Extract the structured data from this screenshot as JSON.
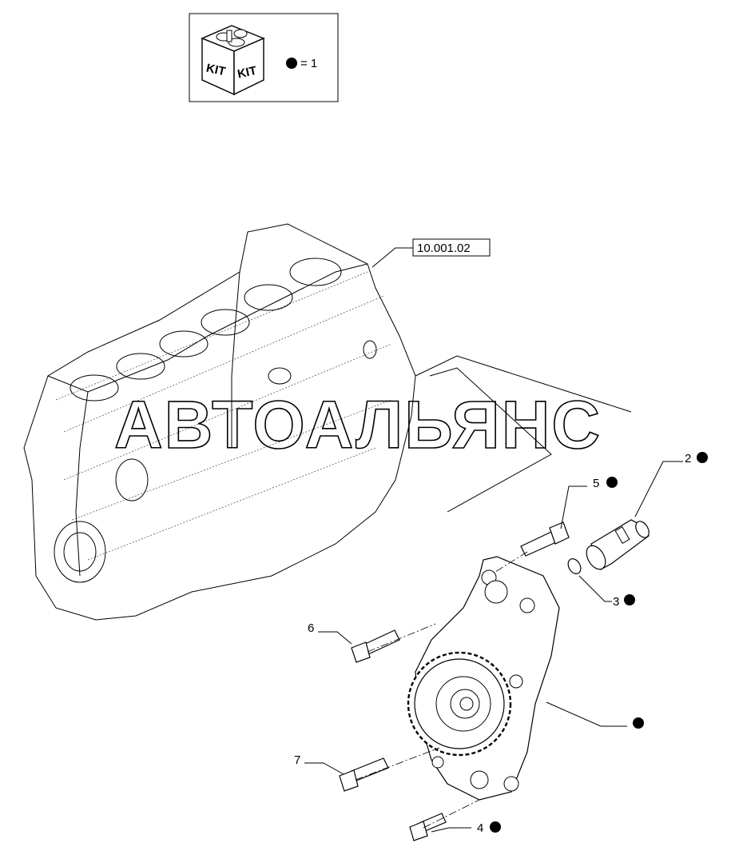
{
  "kit_legend": {
    "box_label_left": "KIT",
    "box_label_right": "KIT",
    "equals_text": "= 1"
  },
  "reference": {
    "code": "10.001.02"
  },
  "watermark": {
    "text": "АВТОАЛЬЯНС"
  },
  "callouts": [
    {
      "number": "2",
      "kit_marked": true
    },
    {
      "number": "5",
      "kit_marked": true
    },
    {
      "number": "3",
      "kit_marked": true
    },
    {
      "number": "6",
      "kit_marked": false
    },
    {
      "number": "7",
      "kit_marked": false
    },
    {
      "number": "4",
      "kit_marked": true
    },
    {
      "number": "",
      "kit_marked": true
    }
  ],
  "colors": {
    "ink": "#000000",
    "background": "#ffffff"
  }
}
